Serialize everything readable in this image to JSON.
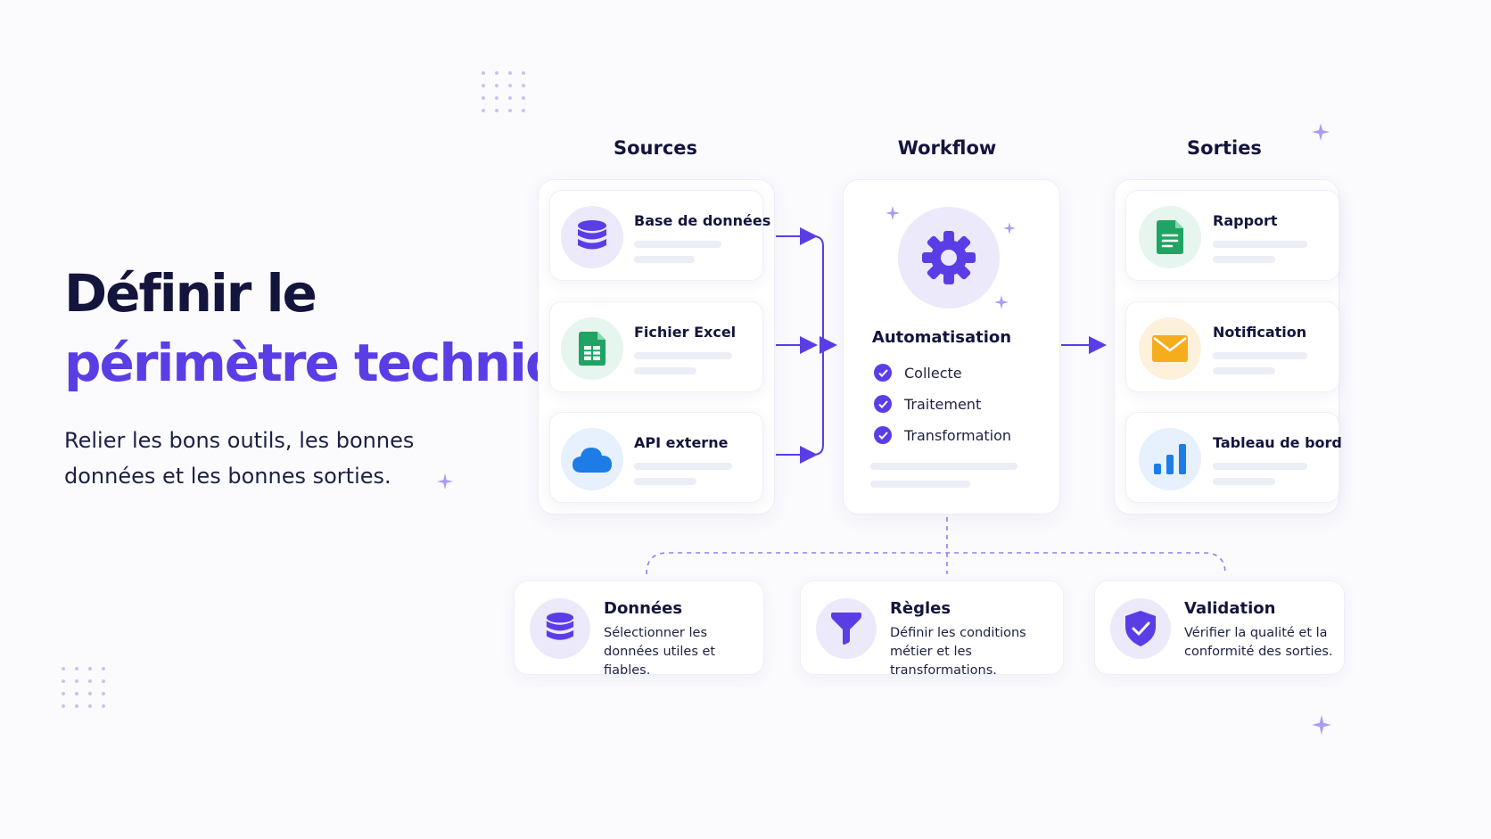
{
  "hero": {
    "title_line1": "Définir le",
    "title_line2": "périmètre technique",
    "subtitle": "Relier les bons outils, les bonnes données et les bonnes sorties."
  },
  "columns": {
    "sources": "Sources",
    "workflow": "Workflow",
    "outputs": "Sorties"
  },
  "sources": [
    {
      "label": "Base de données",
      "icon": "database-icon"
    },
    {
      "label": "Fichier Excel",
      "icon": "spreadsheet-icon"
    },
    {
      "label": "API externe",
      "icon": "cloud-icon"
    }
  ],
  "workflow": {
    "title": "Automatisation",
    "icon": "gear-icon",
    "steps": [
      "Collecte",
      "Traitement",
      "Transformation"
    ]
  },
  "outputs": [
    {
      "label": "Rapport",
      "icon": "document-icon"
    },
    {
      "label": "Notification",
      "icon": "envelope-icon"
    },
    {
      "label": "Tableau de bord",
      "icon": "bar-chart-icon"
    }
  ],
  "pillars": [
    {
      "title": "Données",
      "description": "Sélectionner les données utiles et fiables.",
      "icon": "database-icon"
    },
    {
      "title": "Règles",
      "description": "Définir les conditions métier et les transformations.",
      "icon": "funnel-icon"
    },
    {
      "title": "Validation",
      "description": "Vérifier la qualité et la conformité des sorties.",
      "icon": "shield-check-icon"
    }
  ],
  "colors": {
    "accent": "#5b3de6",
    "dark_text": "#13153d",
    "green": "#1fa463",
    "orange": "#f6ad1d",
    "blue": "#1d7ce6"
  }
}
